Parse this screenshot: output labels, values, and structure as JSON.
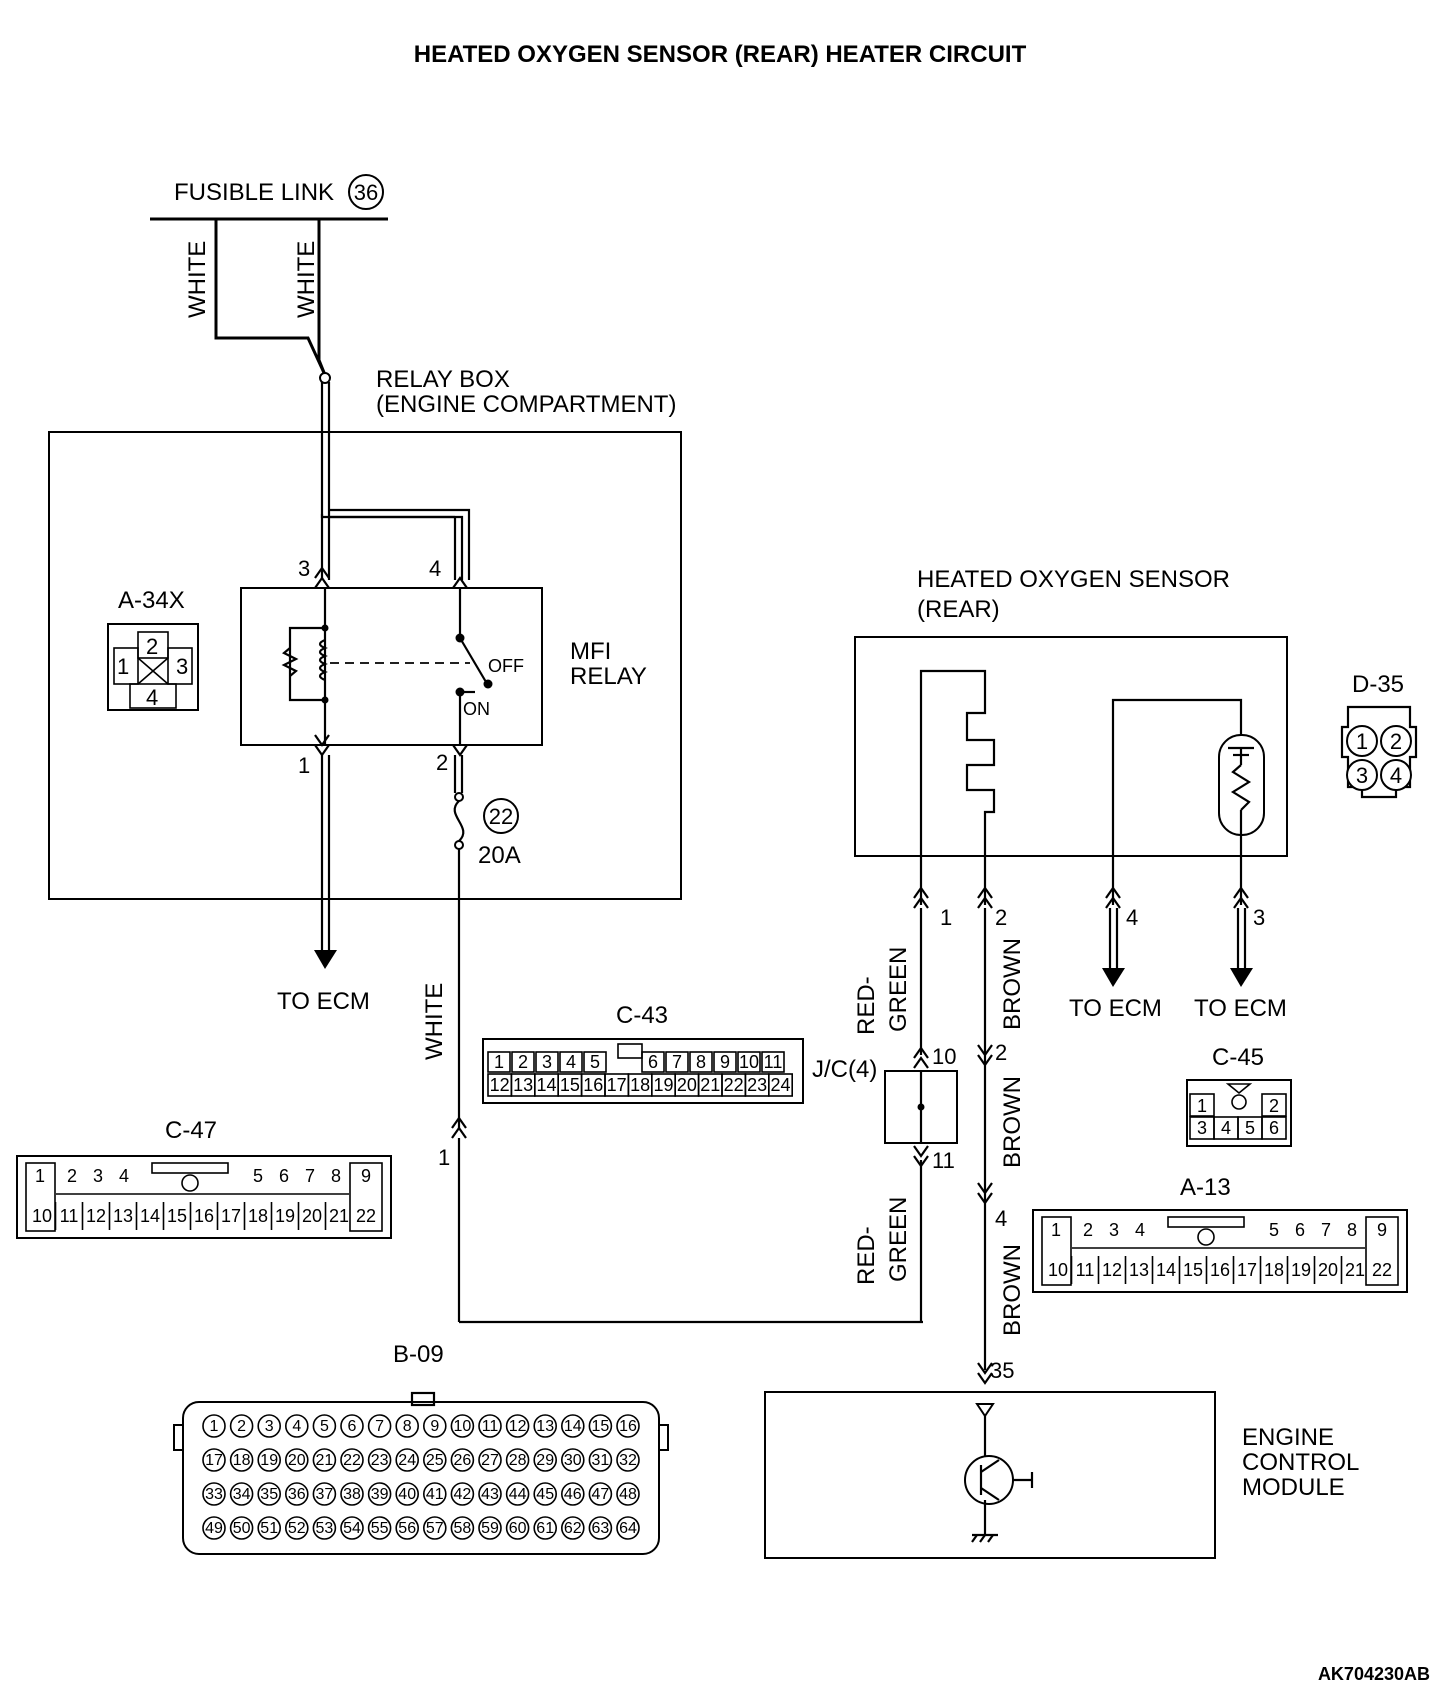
{
  "title": "HEATED OXYGEN SENSOR (REAR) HEATER CIRCUIT",
  "diagram_id": "AK704230AB",
  "fusible_link": {
    "label": "FUSIBLE LINK",
    "number": "36"
  },
  "wires": {
    "white": "WHITE",
    "red_green_1": "RED-",
    "red_green_2": "GREEN",
    "brown": "BROWN"
  },
  "relay_box": {
    "line1": "RELAY BOX",
    "line2": "(ENGINE COMPARTMENT)"
  },
  "mfi_relay": {
    "line1": "MFI",
    "line2": "RELAY",
    "off": "OFF",
    "on": "ON",
    "pin_3": "3",
    "pin_4": "4",
    "pin_1": "1",
    "pin_2": "2"
  },
  "fuse": {
    "number": "22",
    "rating": "20A"
  },
  "to_ecm": "TO ECM",
  "sensor": {
    "line1": "HEATED OXYGEN SENSOR",
    "line2": "(REAR)",
    "pin_1": "1",
    "pin_2": "2",
    "pin_3": "3",
    "pin_4": "4"
  },
  "jc": {
    "label": "J/C(4)",
    "pin_top": "10",
    "pin_bottom": "11"
  },
  "pins_misc": {
    "brown_2": "2",
    "brown_4": "4",
    "ecm_35": "35",
    "white_1": "1"
  },
  "ecm": {
    "line1": "ENGINE",
    "line2": "CONTROL",
    "line3": "MODULE"
  },
  "connectors": {
    "a34x": {
      "name": "A-34X",
      "pins": [
        "1",
        "2",
        "3",
        "4"
      ]
    },
    "d35": {
      "name": "D-35",
      "pins": [
        "1",
        "2",
        "3",
        "4"
      ]
    },
    "c43": {
      "name": "C-43",
      "row1": [
        "1",
        "2",
        "3",
        "4",
        "5",
        "6",
        "7",
        "8",
        "9",
        "10",
        "11"
      ],
      "row2": [
        "12",
        "13",
        "14",
        "15",
        "16",
        "17",
        "18",
        "19",
        "20",
        "21",
        "22",
        "23",
        "24"
      ]
    },
    "c45": {
      "name": "C-45",
      "row1": [
        "1",
        "2"
      ],
      "row2": [
        "3",
        "4",
        "5",
        "6"
      ]
    },
    "c47": {
      "name": "C-47",
      "row1": [
        "1",
        "2",
        "3",
        "4",
        "5",
        "6",
        "7",
        "8",
        "9"
      ],
      "row2": [
        "10",
        "11",
        "12",
        "13",
        "14",
        "15",
        "16",
        "17",
        "18",
        "19",
        "20",
        "21",
        "22"
      ]
    },
    "a13": {
      "name": "A-13",
      "row1": [
        "1",
        "2",
        "3",
        "4",
        "5",
        "6",
        "7",
        "8",
        "9"
      ],
      "row2": [
        "10",
        "11",
        "12",
        "13",
        "14",
        "15",
        "16",
        "17",
        "18",
        "19",
        "20",
        "21",
        "22"
      ]
    },
    "b09": {
      "name": "B-09",
      "pins": [
        "1",
        "2",
        "3",
        "4",
        "5",
        "6",
        "7",
        "8",
        "9",
        "10",
        "11",
        "12",
        "13",
        "14",
        "15",
        "16",
        "17",
        "18",
        "19",
        "20",
        "21",
        "22",
        "23",
        "24",
        "25",
        "26",
        "27",
        "28",
        "29",
        "30",
        "31",
        "32",
        "33",
        "34",
        "35",
        "36",
        "37",
        "38",
        "39",
        "40",
        "41",
        "42",
        "43",
        "44",
        "45",
        "46",
        "47",
        "48",
        "49",
        "50",
        "51",
        "52",
        "53",
        "54",
        "55",
        "56",
        "57",
        "58",
        "59",
        "60",
        "61",
        "62",
        "63",
        "64"
      ]
    }
  }
}
